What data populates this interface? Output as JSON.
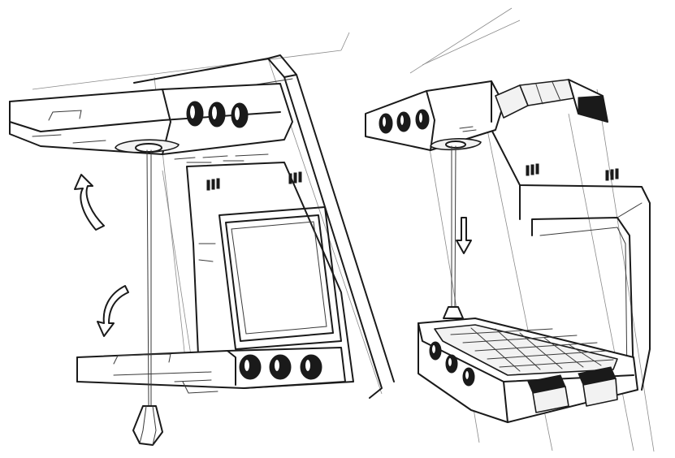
{
  "figure": {
    "description_text": "",
    "colors": {
      "ink": "#1a1a1a",
      "paper": "#ffffff",
      "shade": "#8a8a8a"
    },
    "views": [
      {
        "id": "left-view",
        "annotations": [
          "rotation-arrow-up",
          "rotation-arrow-down"
        ]
      },
      {
        "id": "right-view",
        "annotations": [
          "descent-arrow"
        ]
      }
    ],
    "icons": [
      "curved-arrow-icon",
      "down-arrow-icon",
      "weight-icon"
    ]
  }
}
